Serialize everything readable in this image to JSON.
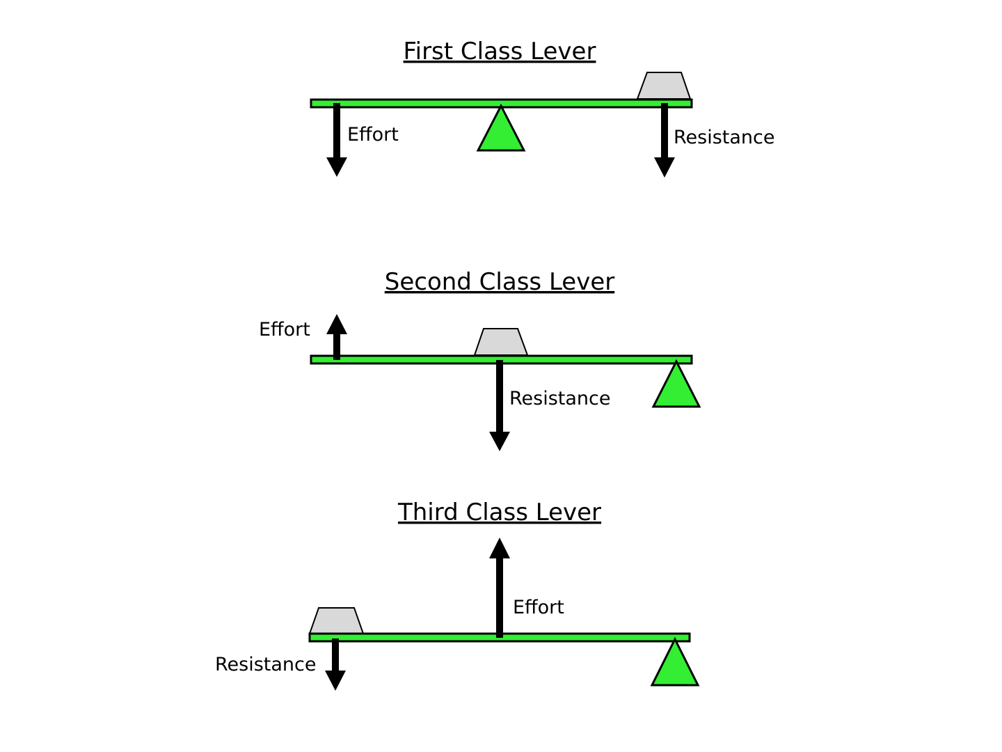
{
  "levers": [
    {
      "title": "First Class Lever",
      "effort_label": "Effort",
      "resistance_label": "Resistance"
    },
    {
      "title": "Second Class Lever",
      "effort_label": "Effort",
      "resistance_label": "Resistance"
    },
    {
      "title": "Third Class Lever",
      "effort_label": "Effort",
      "resistance_label": "Resistance"
    }
  ],
  "colors": {
    "beam": "#33ee33",
    "fulcrum": "#33ee33",
    "load": "#d9d9d9",
    "arrow": "#000000"
  }
}
